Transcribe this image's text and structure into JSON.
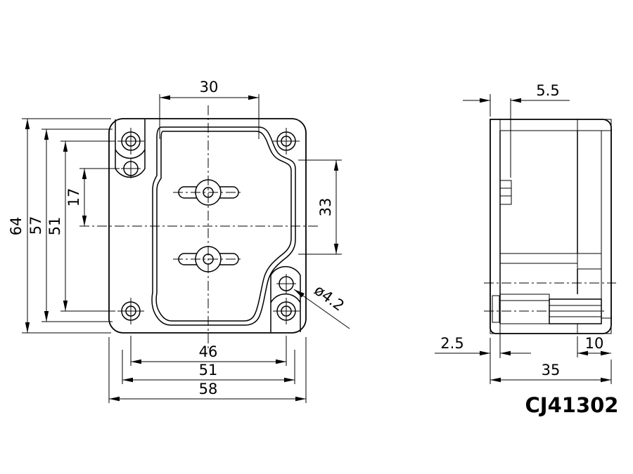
{
  "part_number": "CJ41302",
  "colors": {
    "line": "#000000",
    "background": "#ffffff"
  },
  "front_view": {
    "top_width": "30",
    "left": {
      "overall_height": "64",
      "inner_height": "57",
      "screw_spacing_v": "51",
      "hole_offset": "17"
    },
    "right": {
      "recess_span": "33"
    },
    "hole_callout": "ø4.2",
    "bottom": {
      "screw_spacing_h": "46",
      "inner_width": "51",
      "overall_width": "58"
    }
  },
  "side_view": {
    "wall_step": "5.5",
    "base_lip": "2.5",
    "cover_depth": "10",
    "overall_depth": "35"
  }
}
